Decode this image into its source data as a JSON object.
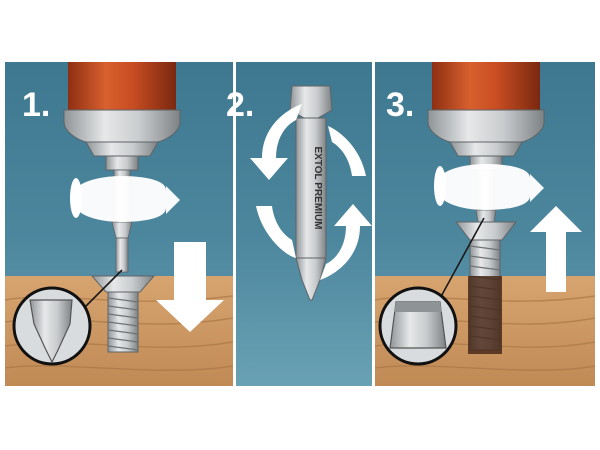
{
  "steps": [
    {
      "number": "1."
    },
    {
      "number": "2."
    },
    {
      "number": "3."
    }
  ],
  "bit": {
    "brand_text": "EXTOL PREMIUM"
  },
  "colors": {
    "background": "#4d879e",
    "background_light": "#6aa1b4",
    "wood": "#c8935f",
    "wood_grain": "#a97845",
    "drill_body": "#c84d22",
    "chuck_metal": "#c9ccce",
    "bit_steel": "#b7babc",
    "arrow": "#ffffff"
  },
  "icons": [
    "rotation-arrow-icon",
    "down-arrow-icon",
    "up-arrow-icon",
    "circular-rotation-icon",
    "magnifier-icon"
  ]
}
